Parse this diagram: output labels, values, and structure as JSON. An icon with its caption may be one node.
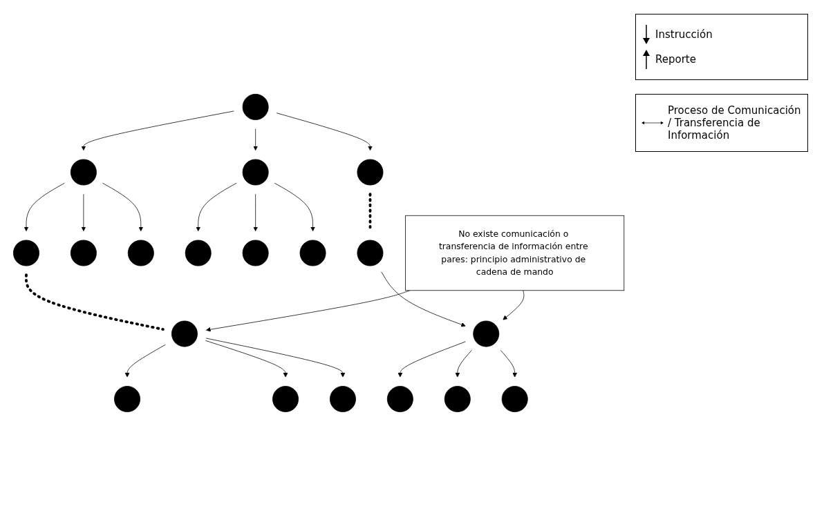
{
  "diagram": {
    "nodes": [
      {
        "text": [],
        "shape": "circle"
      },
      {
        "text": [],
        "shape": "circle"
      },
      {
        "text": [],
        "shape": "circle"
      },
      {
        "text": [],
        "shape": "circle"
      },
      {
        "text": [],
        "shape": "circle"
      },
      {
        "text": [],
        "shape": "circle"
      },
      {
        "text": [],
        "shape": "circle"
      },
      {
        "text": [],
        "shape": "circle"
      },
      {
        "text": [],
        "shape": "circle"
      },
      {
        "text": [],
        "shape": "circle"
      },
      {
        "text": [],
        "shape": "circle"
      },
      {
        "text": [],
        "shape": "circle"
      },
      {
        "text": [
          "No existe comunicación o transferencia de información entre pares: principio administrativo de cadena de mando"
        ]
      },
      {
        "text": [],
        "shape": "circle"
      },
      {
        "text": [],
        "shape": "circle"
      },
      {
        "text": [],
        "shape": "circle"
      },
      {
        "text": [],
        "shape": "circle"
      },
      {
        "text": [],
        "shape": "circle"
      },
      {
        "text": [],
        "shape": "circle"
      },
      {
        "text": [],
        "shape": "circle"
      }
    ],
    "edges": [
      {
        "from": 0,
        "to": 1,
        "arrow": "to"
      },
      {
        "from": 0,
        "to": 2,
        "arrow": "to"
      },
      {
        "from": 0,
        "to": 3,
        "arrow": "to"
      },
      {
        "from": 1,
        "to": 4,
        "arrow": "to"
      },
      {
        "from": 1,
        "to": 5,
        "arrow": "to"
      },
      {
        "from": 1,
        "to": 6,
        "arrow": "to"
      },
      {
        "from": 2,
        "to": 7,
        "arrow": "to"
      },
      {
        "from": 2,
        "to": 8,
        "arrow": "to"
      },
      {
        "from": 2,
        "to": 9,
        "arrow": "to"
      },
      {
        "from": 3,
        "to": 10,
        "arrow": "none",
        "style": "dashed"
      },
      {
        "from": 4,
        "to": 11,
        "arrow": "none",
        "style": "dashed"
      },
      {
        "from": 10,
        "to": 13,
        "arrow": "to"
      },
      {
        "from": 12,
        "to": 11,
        "arrow": "to"
      },
      {
        "from": 12,
        "to": 13,
        "arrow": "to"
      },
      {
        "from": 11,
        "to": 14,
        "arrow": "to"
      },
      {
        "from": 11,
        "to": 15,
        "arrow": "to"
      },
      {
        "from": 11,
        "to": 16,
        "arrow": "to"
      },
      {
        "from": 13,
        "to": 17,
        "arrow": "to"
      },
      {
        "from": 13,
        "to": 18,
        "arrow": "to"
      },
      {
        "from": 13,
        "to": 19,
        "arrow": "to"
      }
    ],
    "legend": [
      {
        "text": "Instrucción"
      },
      {
        "text": "Reporte"
      },
      {
        "text": "Proceso de Comunicación / Transferencia de Información"
      }
    ]
  }
}
